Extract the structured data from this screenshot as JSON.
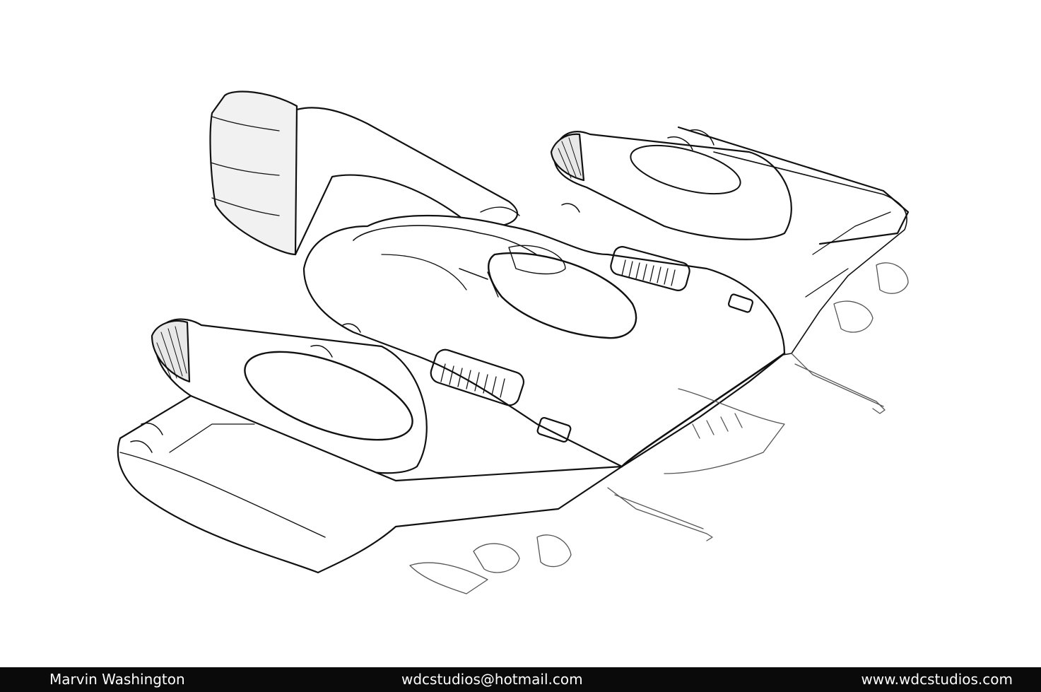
{
  "footer": {
    "name": "Marvin Washington",
    "email": "wdcstudios@hotmail.com",
    "website": "www.wdcstudios.com"
  },
  "colors": {
    "background": "#ffffff",
    "line": "#111111",
    "panel_fill": "#f1f1f1",
    "footer_bar": "#0a0a0a",
    "footer_text": "#ffffff"
  }
}
